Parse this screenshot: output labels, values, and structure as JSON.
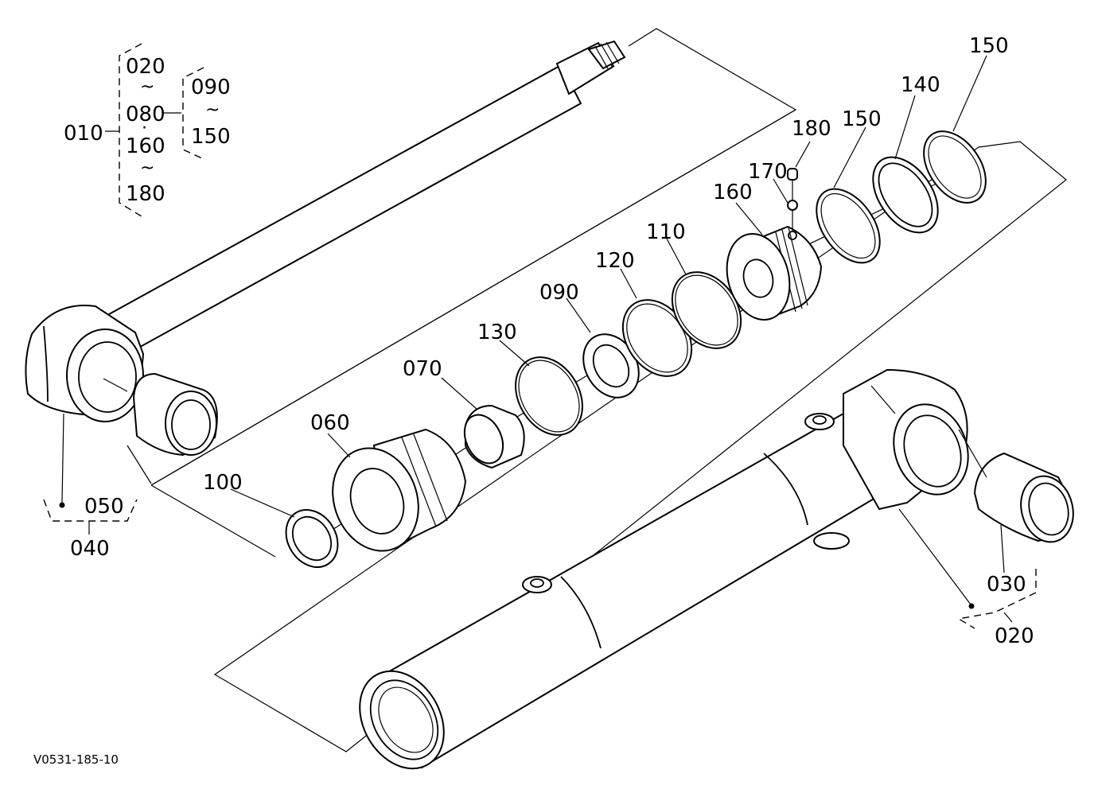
{
  "diagram_id": "V0531-185-10",
  "labels": {
    "l010": "010",
    "l020a": "020",
    "l080": "080",
    "l160": "160",
    "l180a": "180",
    "l090a": "090",
    "l150a": "150",
    "l180b": "180",
    "l170": "170",
    "l150b": "150",
    "l140": "140",
    "l150c": "150",
    "l160b": "160",
    "l110": "110",
    "l120": "120",
    "l090b": "090",
    "l130": "130",
    "l070": "070",
    "l060": "060",
    "l100": "100",
    "l050": "050",
    "l040": "040",
    "l030": "030",
    "l020b": "020"
  },
  "symbols": {
    "tilde": "~",
    "dot": "·"
  }
}
